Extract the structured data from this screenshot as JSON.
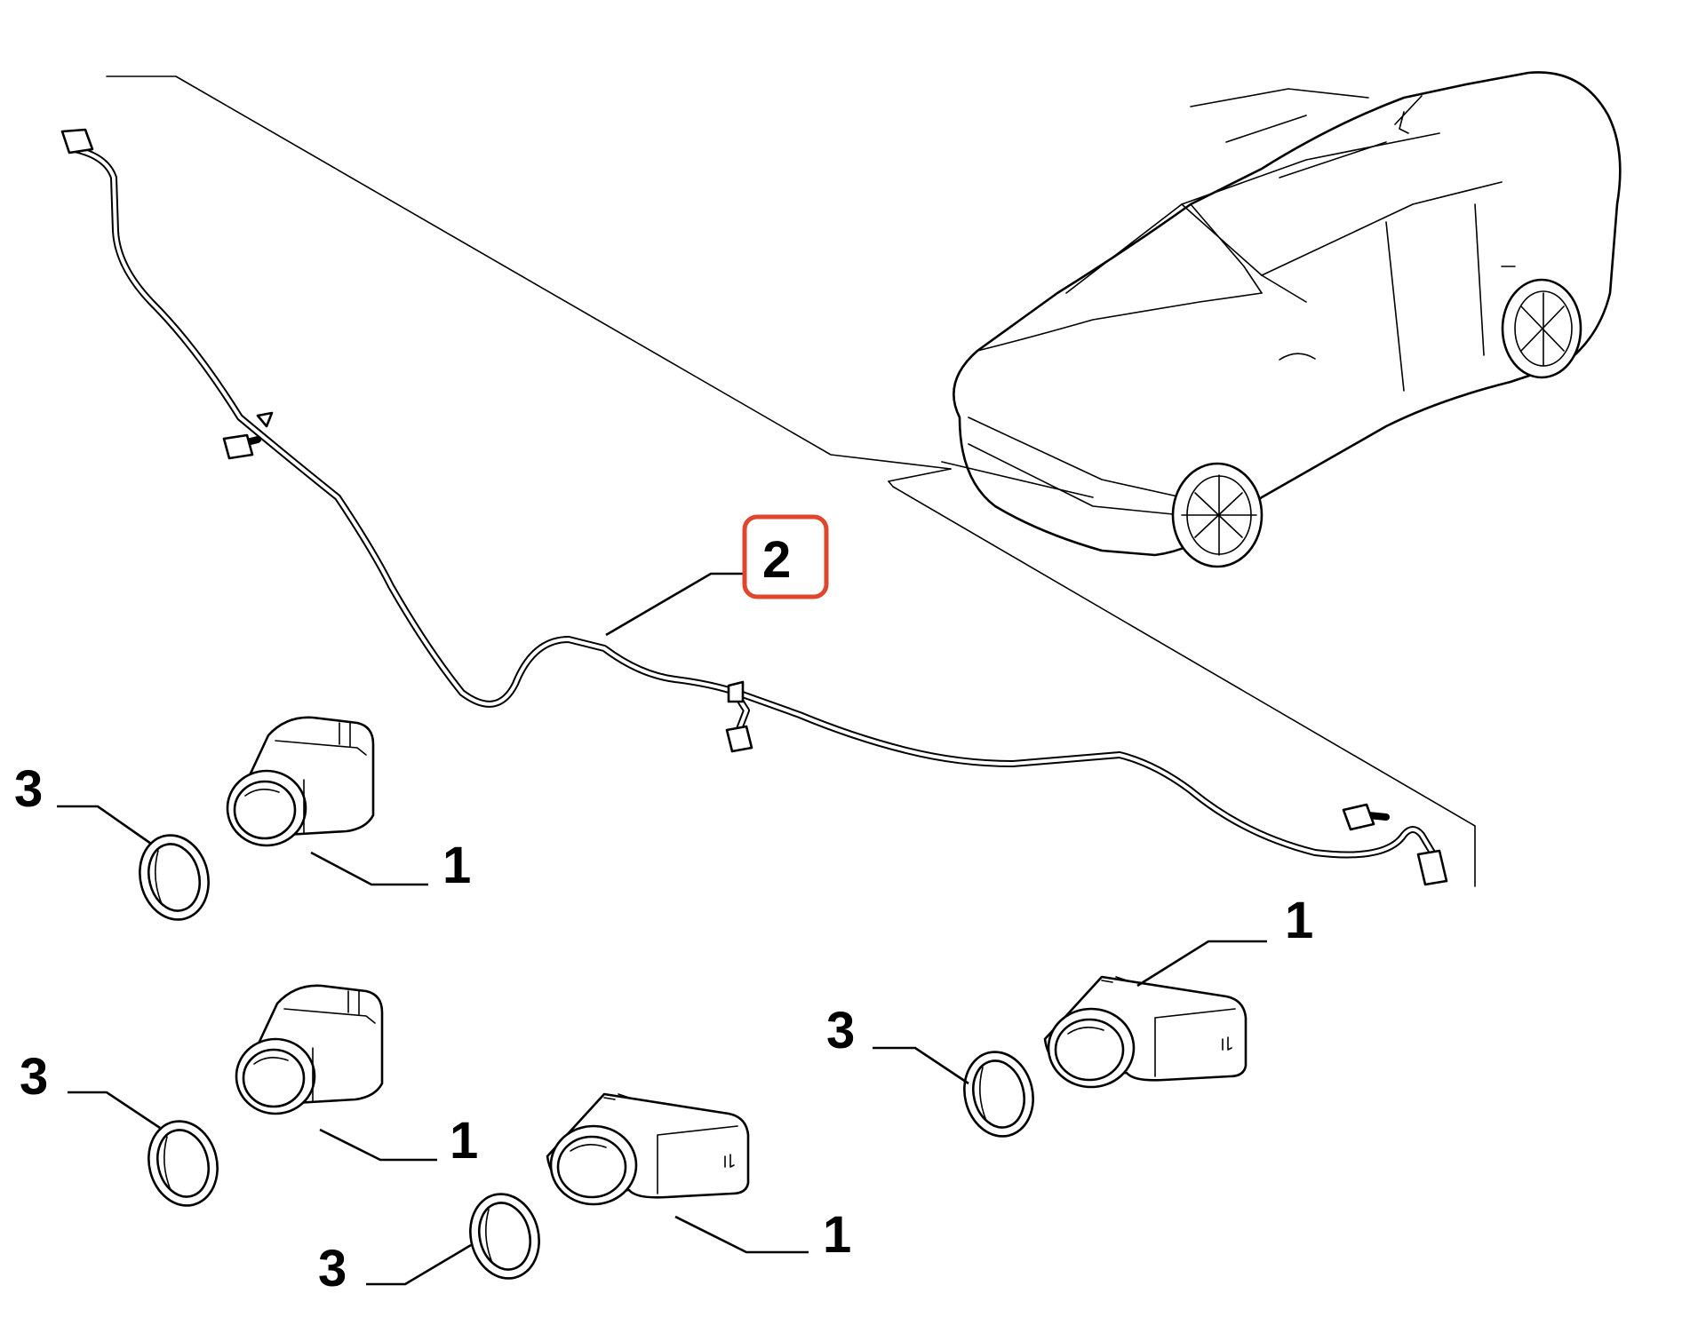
{
  "diagram": {
    "callouts": [
      {
        "id": "label-2",
        "text": "2"
      },
      {
        "id": "label-1a",
        "text": "1"
      },
      {
        "id": "label-3a",
        "text": "3"
      },
      {
        "id": "label-1b",
        "text": "1"
      },
      {
        "id": "label-3b",
        "text": "3"
      },
      {
        "id": "label-1c",
        "text": "1"
      },
      {
        "id": "label-3c",
        "text": "3"
      },
      {
        "id": "label-1d",
        "text": "1"
      },
      {
        "id": "label-3d",
        "text": "3"
      }
    ],
    "highlight_color": "#e0462e",
    "icons": [
      "car-icon",
      "wiring-harness-icon",
      "parking-sensor-icon",
      "sensor-ring-icon",
      "connector-icon"
    ]
  }
}
